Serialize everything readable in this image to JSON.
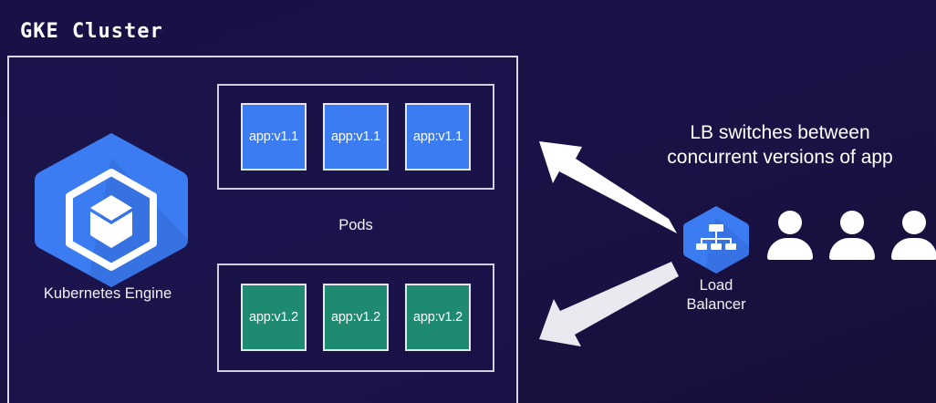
{
  "diagram": {
    "title": "GKE Cluster",
    "background_color": "#191145",
    "border_color": "#d8d8e4"
  },
  "cluster": {
    "label": "GKE Cluster",
    "engine": {
      "label": "Kubernetes Engine",
      "icon": "kubernetes-engine-hexagon-icon",
      "color": "#3b7cf2"
    },
    "pods_label": "Pods",
    "pod_groups": [
      {
        "version": "v1.1",
        "color": "#3b7cf2",
        "pods": [
          "app:v1.1",
          "app:v1.1",
          "app:v1.1"
        ]
      },
      {
        "version": "v1.2",
        "color": "#1e8a72",
        "pods": [
          "app:v1.2",
          "app:v1.2",
          "app:v1.2"
        ]
      }
    ]
  },
  "load_balancer": {
    "icon": "load-balancer-hexagon-icon",
    "label_line1": "Load",
    "label_line2": "Balancer",
    "color": "#3b7cf2"
  },
  "annotation": {
    "line1": "LB switches between",
    "line2": "concurrent versions of app"
  },
  "arrows": [
    {
      "name": "arrow-lb-to-v1-1",
      "direction": "up-left",
      "color": "#ffffff"
    },
    {
      "name": "arrow-lb-to-v1-2",
      "direction": "down-left",
      "color": "#e8e8ee"
    }
  ],
  "users": {
    "icon": "user-icon",
    "count": 3,
    "color": "#ffffff"
  }
}
